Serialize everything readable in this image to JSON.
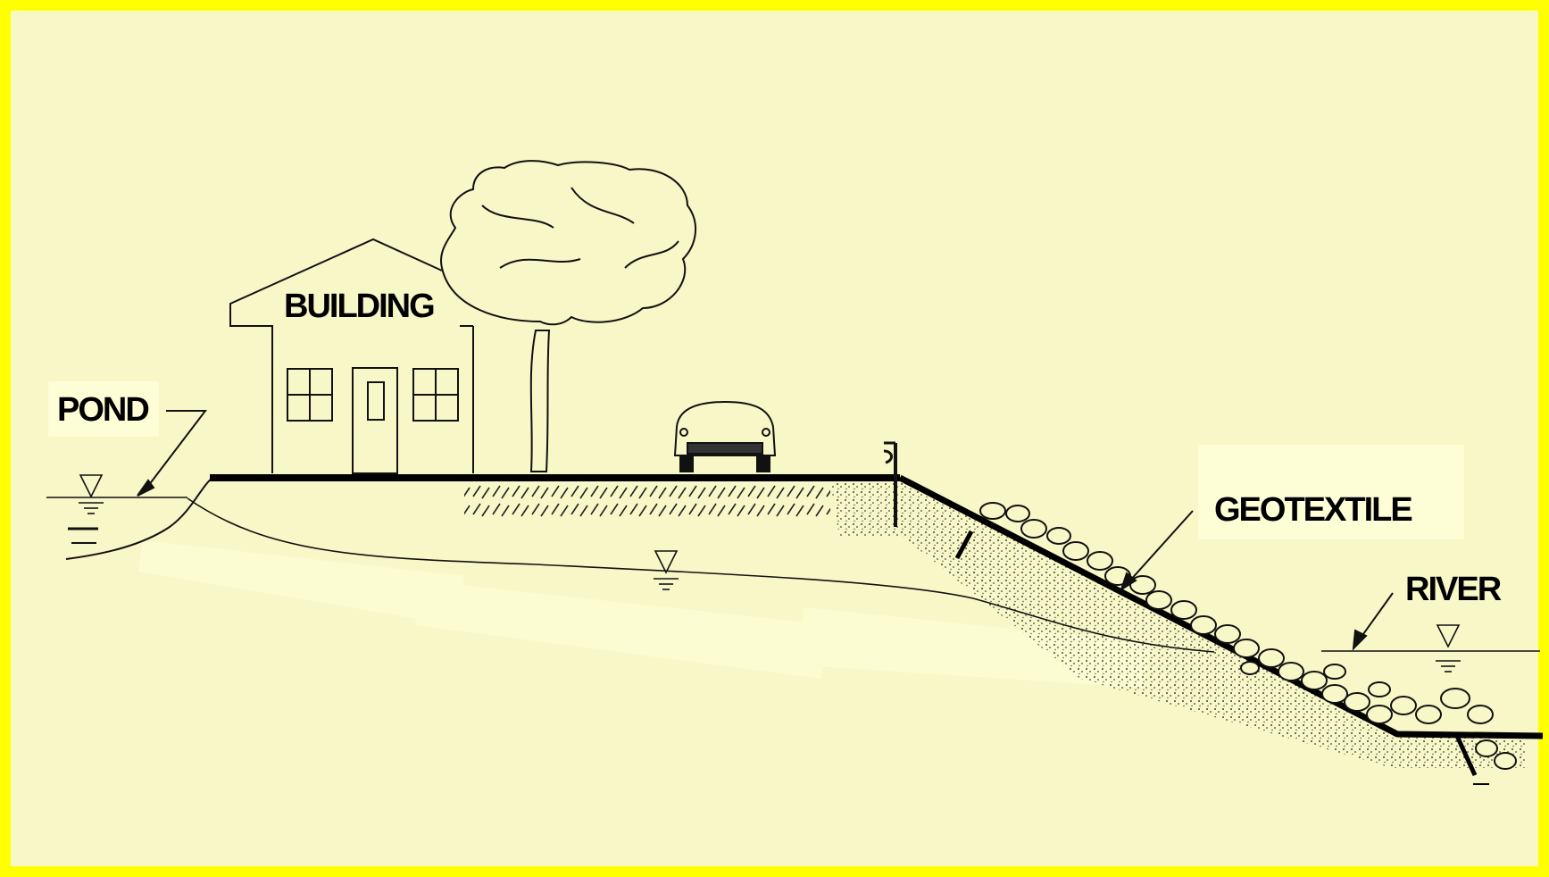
{
  "labels": {
    "building": "BUILDING",
    "pond": "POND",
    "geotextile": "GEOTEXTILE",
    "river": "RIVER"
  },
  "colors": {
    "border": "#ffff00",
    "background": "#f7f7c8",
    "ink": "#000000"
  }
}
